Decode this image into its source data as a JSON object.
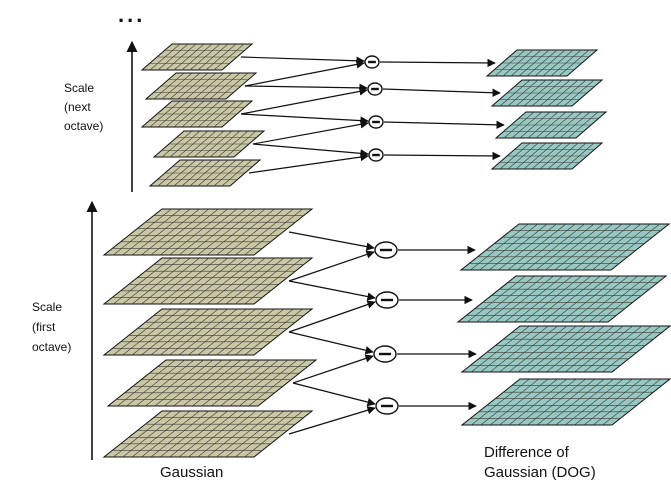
{
  "ellipsis": "...",
  "labels": {
    "scale_next_octave": [
      "Scale",
      "(next",
      "octave)"
    ],
    "scale_first_octave": [
      "Scale",
      "(first",
      "octave)"
    ],
    "gaussian": "Gaussian",
    "dog": [
      "Difference of",
      "Gaussian (DOG)"
    ]
  },
  "operator_symbol": "−",
  "colors": {
    "gaussian_fill": "#c9c7a6",
    "dog_fill": "#98c8c4",
    "grid_line": "#3c3c32",
    "stroke": "#111111"
  }
}
